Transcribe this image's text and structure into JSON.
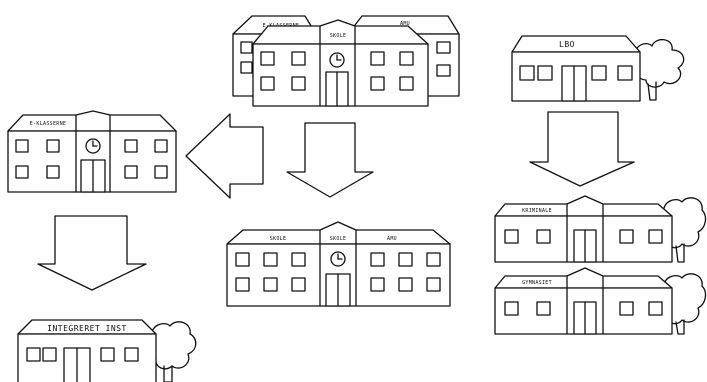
{
  "buildings": {
    "merged_main": "SKOLE",
    "merged_left": "E-KLASSERNE",
    "merged_right": "AMU",
    "left_school": "E-KLASSERNE",
    "center_school_left": "SKOLE",
    "center_school_mid": "SKOLE",
    "center_school_right": "AMU",
    "lbo": "LBO",
    "right_top": "KRIMINALE",
    "right_bottom": "GYMNASIET",
    "bottom_left": "INTEGRERET INST"
  },
  "icons": {
    "school": "school-building-icon",
    "tree": "tree-icon",
    "arrow": "arrow-icon"
  }
}
